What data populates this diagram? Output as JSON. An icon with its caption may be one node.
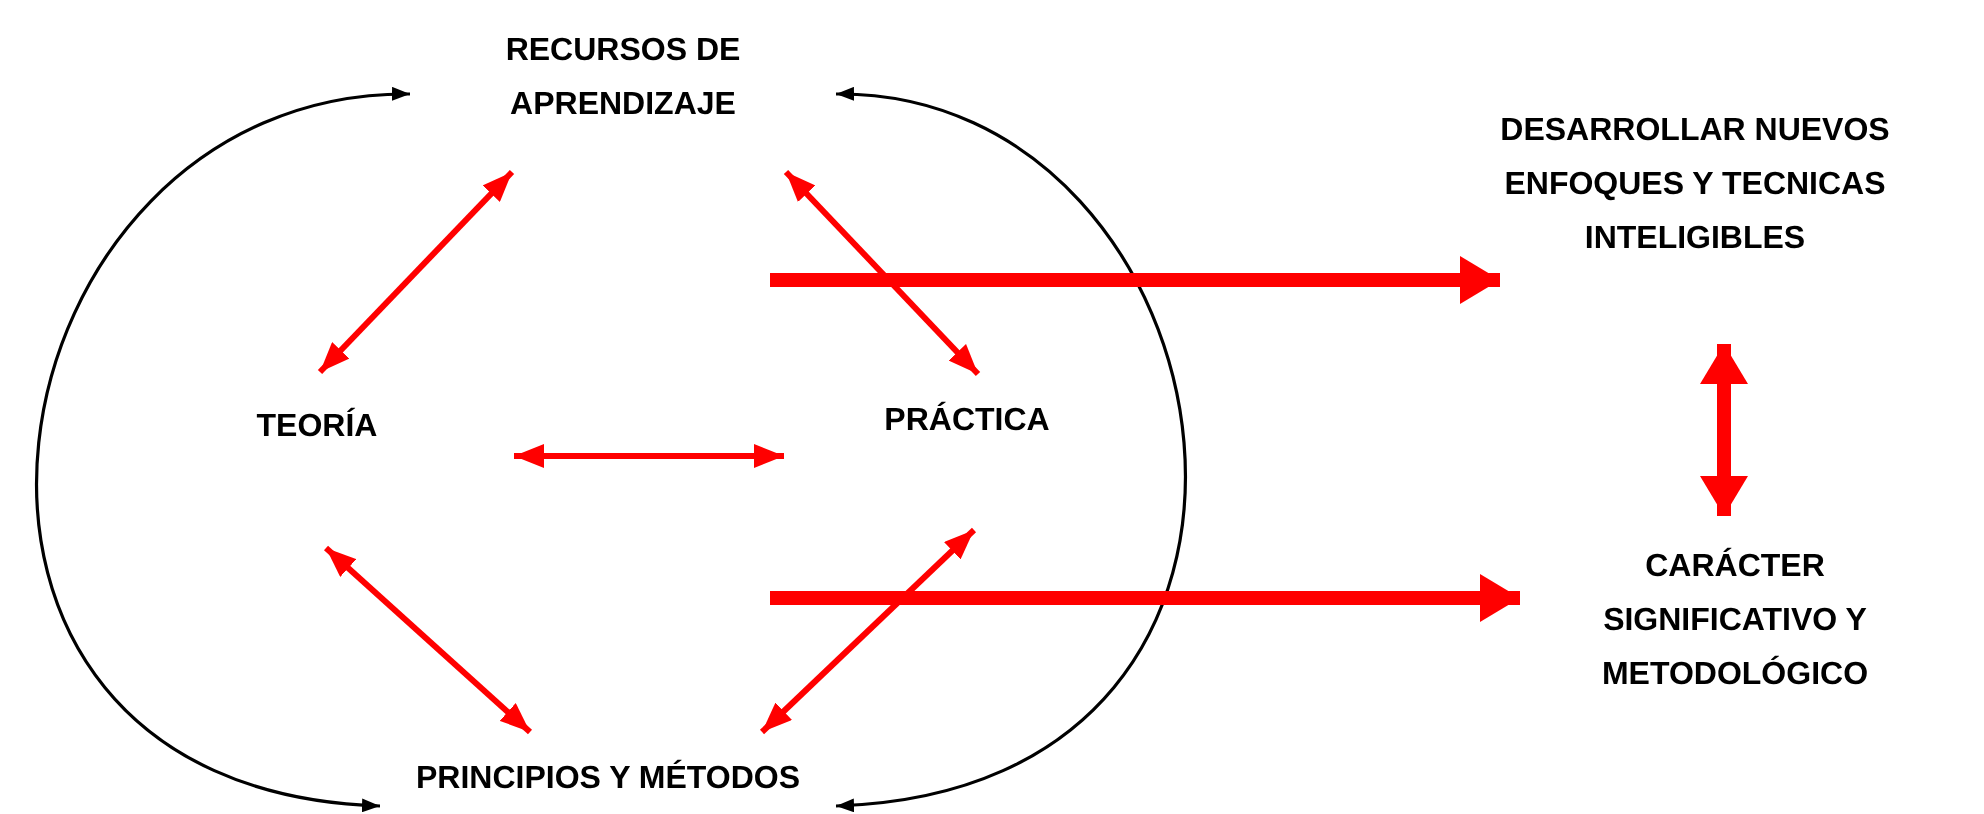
{
  "diagram": {
    "nodes": [
      {
        "text": [
          "RECURSOS DE APRENDIZAJE"
        ]
      },
      {
        "text": [
          "DESARROLLAR NUEVOS ENFOQUES Y TECNICAS INTELIGIBLES"
        ]
      },
      {
        "text": [
          "TEORÍA"
        ]
      },
      {
        "text": [
          "PRÁCTICA"
        ]
      },
      {
        "text": [
          "CARÁCTER SIGNIFICATIVO Y METODOLÓGICO"
        ]
      },
      {
        "text": [
          "PRINCIPIOS Y MÉTODOS"
        ]
      }
    ],
    "edges": [
      {
        "from": 0,
        "to": 2,
        "arrow": "both"
      },
      {
        "from": 0,
        "to": 3,
        "arrow": "both"
      },
      {
        "from": 2,
        "to": 3,
        "arrow": "both"
      },
      {
        "from": 2,
        "to": 5,
        "arrow": "both"
      },
      {
        "from": 3,
        "to": 5,
        "arrow": "both"
      },
      {
        "from": 0,
        "to": 5,
        "arrow": "both",
        "color": "#000000"
      },
      {
        "from": 0,
        "to": 5,
        "arrow": "both",
        "color": "#000000"
      },
      {
        "from": null,
        "to": 1,
        "arrow": "to",
        "style": "thick"
      },
      {
        "from": null,
        "to": 4,
        "arrow": "to",
        "style": "thick"
      },
      {
        "from": 1,
        "to": 4,
        "arrow": "both",
        "style": "thick"
      }
    ]
  }
}
